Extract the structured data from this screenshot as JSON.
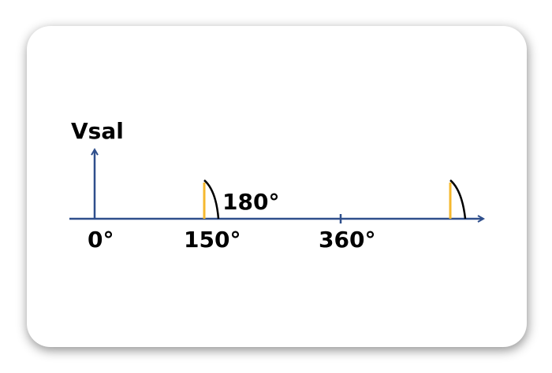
{
  "diagram": {
    "y_label": "Vsal",
    "labels": {
      "origin": "0°",
      "firing_angle": "150°",
      "conduction_end": "180°",
      "period": "360°"
    },
    "colors": {
      "axis": "#2f4f8c",
      "marker": "#f5b82e",
      "waveform": "#000000"
    }
  }
}
